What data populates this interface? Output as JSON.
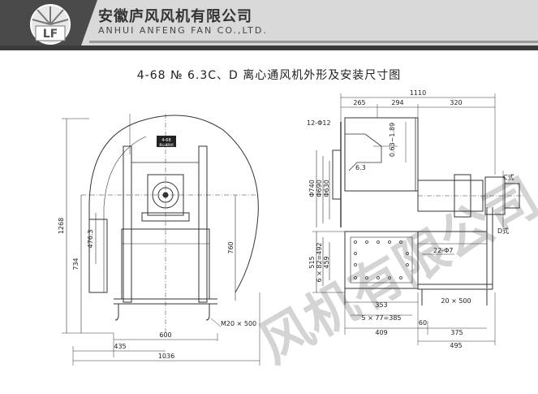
{
  "header": {
    "company_cn": "安徽庐风风机有限公司",
    "company_en": "ANHUI ANFENG FAN CO.,LTD.",
    "logo_mark": "LF"
  },
  "title": "4-68 № 6.3C、D 离心通风机外形及安装尺寸图",
  "nameplate": {
    "line1": "4-68",
    "line2": "离心通风机"
  },
  "left_view": {
    "dims": {
      "height_total": "1268",
      "height_shaft": "734",
      "height_476": "476.3",
      "height_760": "760",
      "width_600": "600",
      "width_435": "435",
      "width_total": "1036",
      "bolt": "M20 × 500"
    }
  },
  "right_view": {
    "dims": {
      "top_total": "1110",
      "top_265": "265",
      "top_294": "294",
      "top_320": "320",
      "holes_top": "12-Φ12",
      "wall_189": "0.63~1.89",
      "d_63": "6.3",
      "phi740": "Φ740",
      "phi690": "Φ690",
      "phi630": "Φ630",
      "c_type": "C式",
      "d_type": "D式",
      "holes_outlet": "22-Φ7",
      "h515": "515",
      "h492": "6 × 82=492",
      "h459": "459",
      "w353": "353",
      "w385": "5 × 77=385",
      "w409": "409",
      "w60": "60",
      "w375": "375",
      "w495": "495",
      "w20x500": "20 × 500"
    }
  },
  "watermark": "风机有限公司",
  "colors": {
    "line": "#333333",
    "header_dark": "#3a3a3a",
    "header_light": "#bdbdbd"
  }
}
